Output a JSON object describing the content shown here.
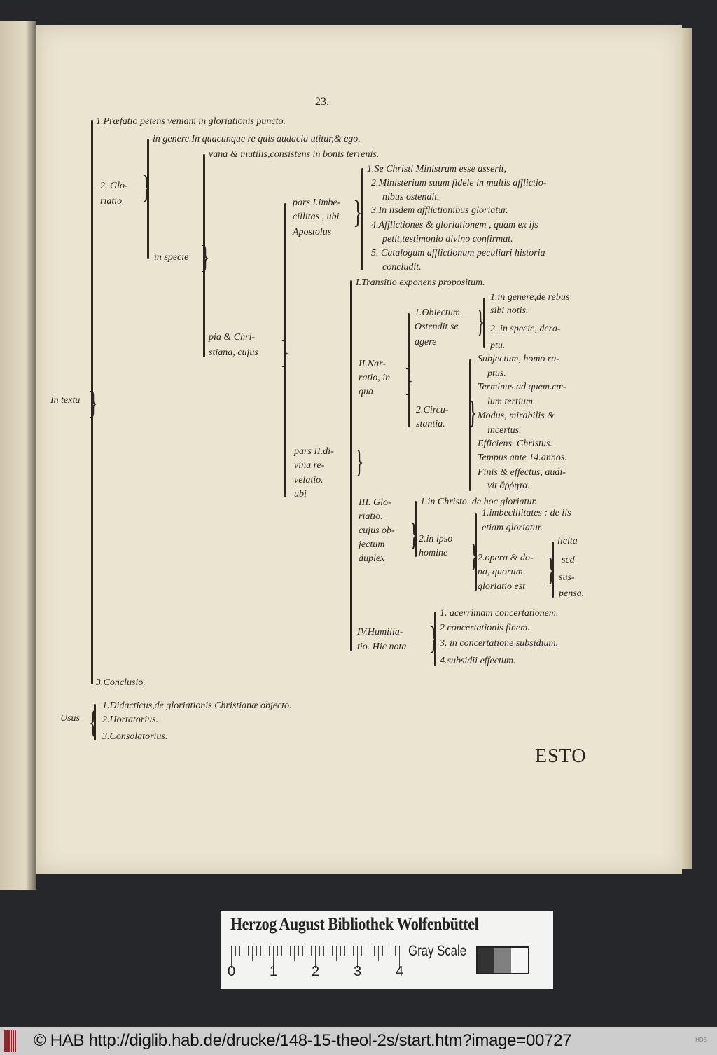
{
  "page_number": "23.",
  "tree": [
    "1.Præfatio petens veniam in gloriationis puncto.",
    "in genere.In quacunque re quis audacia utitur,& ego.",
    "vana & inutilis,consistens in bonis terrenis.",
    "1.Se Christi Ministrum esse asserit,",
    "2.Ministerium suum fidele in multis afflictio-",
    "nibus ostendit.",
    "3.In iisdem afflictionibus gloriatur.",
    "4.Afflictiones & gloriationem , quam ex ijs",
    "petit,testimonio divino confirmat.",
    "5. Catalogum afflictionum peculiari historia",
    "concludit.",
    "2. Glo-",
    "riatio",
    "in specie",
    "pars I.imbe-",
    "cillitas , ubi",
    "Apostolus",
    "pia & Chri-",
    "stiana, cujus",
    "In textu",
    "I.Transitio exponens propositum.",
    "1.in genere,de rebus",
    "sibi notis.",
    "1.Obiectum.",
    "Ostendit se",
    "agere",
    "2. in specie, dera-",
    "ptu.",
    "II.Nar-",
    "ratio, in",
    "qua",
    "Subjectum, homo ra-",
    "ptus.",
    "Terminus ad quem.cœ-",
    "lum tertium.",
    "2.Circu-",
    "stantia.",
    "Modus, mirabilis &",
    "incertus.",
    "Efficiens. Christus.",
    "Tempus.ante 14.annos.",
    "Finis & effectus, audi-",
    "vit ἄῤῥητα.",
    "pars II.di-",
    "vina re-",
    "velatio.",
    "ubi",
    "III. Glo-",
    "riatio.",
    "cujus ob-",
    "jectum",
    "duplex",
    "1.in Christo. de hoc gloriatur.",
    "1.imbecillitates : de iis",
    "etiam gloriatur.",
    "2.in ipso",
    "homine",
    "licita",
    "sed",
    "sus-",
    "pensa.",
    "2.opera & do-",
    "na, quorum",
    "gloriatio est",
    "1. acerrimam concertationem.",
    "2 concertationis finem.",
    "3. in concertatione subsidium.",
    "4.subsidii effectum.",
    "IV.Humilia-",
    "tio. Hic nota",
    "3.Conclusio.",
    "Usus",
    "1.Didacticus,de gloriationis Christianæ objecto.",
    "2.Hortatorius.",
    "3.Consolatorius."
  ],
  "catchword": "ESTO",
  "color_card": {
    "title": "Herzog August Bibliothek Wolfenbüttel",
    "scale_numbers": [
      "0",
      "1",
      "2",
      "3",
      "4"
    ],
    "gray_label": "Gray Scale",
    "swatches": [
      "#333333",
      "#808080",
      "#f5f5f5"
    ]
  },
  "footer": {
    "text": "© HAB http://diglib.hab.de/drucke/148-15-theol-2s/start.htm?image=00727",
    "small": "HDB",
    "logo_color": "#b01822"
  }
}
